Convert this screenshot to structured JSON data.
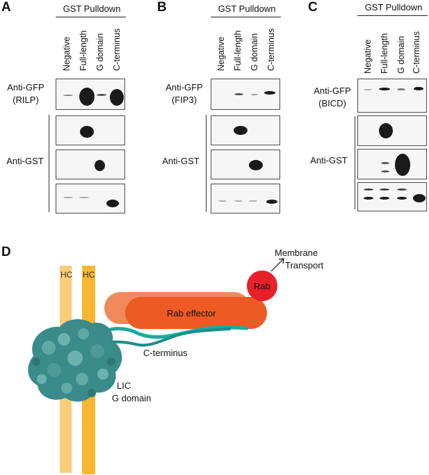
{
  "panels": [
    {
      "letter": "A",
      "header": "GST Pulldown",
      "lanes": [
        "Negative",
        "Full-length",
        "G domain",
        "C-terminus"
      ],
      "gfp_label": "Anti-GFP",
      "gfp_target": "(RILP)",
      "gst_label": "Anti-GST"
    },
    {
      "letter": "B",
      "header": "GST Pulldown",
      "lanes": [
        "Negative",
        "Full-length",
        "G domain",
        "C-terminus"
      ],
      "gfp_label": "Anti-GFP",
      "gfp_target": "(FIP3)",
      "gst_label": "Anti-GST"
    },
    {
      "letter": "C",
      "header": "GST Pulldown",
      "lanes": [
        "Negative",
        "Full-length",
        "G domain",
        "C-terminus"
      ],
      "gfp_label": "Anti-GFP",
      "gfp_target": "(BICD)",
      "gst_label": "Anti-GST"
    }
  ],
  "diagram": {
    "letter": "D",
    "hc_left": "HC",
    "hc_right": "HC",
    "rab": "Rab",
    "rab_effector": "Rab effector",
    "membrane_line1": "Membrane",
    "membrane_line2": "Transport",
    "c_terminus": "C-terminus",
    "lic_line1": "LIC",
    "lic_line2": "G domain",
    "colors": {
      "hc": "#f7b733",
      "rab": "#e8202a",
      "effector": "#ee5a24",
      "effector_back": "#f08a5d",
      "cterm": "#1fa9a0",
      "protein": "#3b8b8b"
    }
  }
}
